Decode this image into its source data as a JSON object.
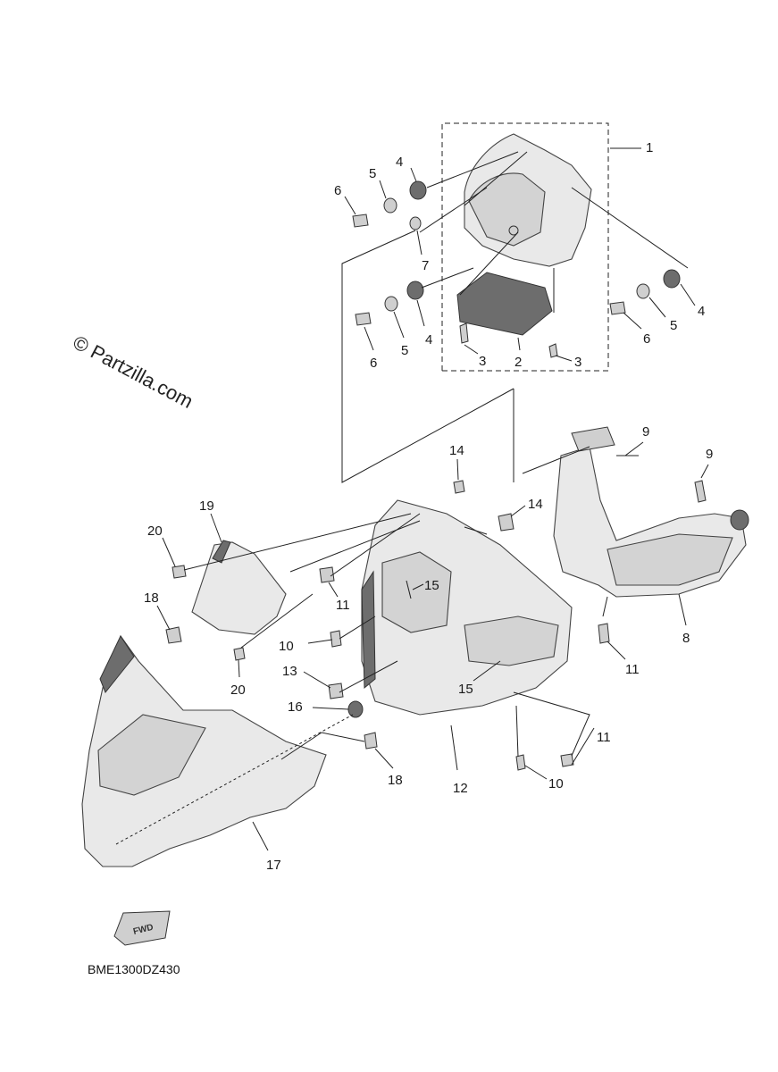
{
  "watermark": "© Partzilla.com",
  "diagram_code": "BME1300DZ430",
  "fwd_label": "FWD",
  "callouts": {
    "c1": "1",
    "c2": "2",
    "c3a": "3",
    "c3b": "3",
    "c4a": "4",
    "c4b": "4",
    "c4c": "4",
    "c5a": "5",
    "c5b": "5",
    "c5c": "5",
    "c6a": "6",
    "c6b": "6",
    "c6c": "6",
    "c7": "7",
    "c8": "8",
    "c9a": "9",
    "c9b": "9",
    "c10a": "10",
    "c10b": "10",
    "c11a": "11",
    "c11b": "11",
    "c11c": "11",
    "c12": "12",
    "c13": "13",
    "c14a": "14",
    "c14b": "14",
    "c15a": "15",
    "c15b": "15",
    "c16": "16",
    "c17": "17",
    "c18a": "18",
    "c18b": "18",
    "c19": "19",
    "c20a": "20",
    "c20b": "20"
  }
}
